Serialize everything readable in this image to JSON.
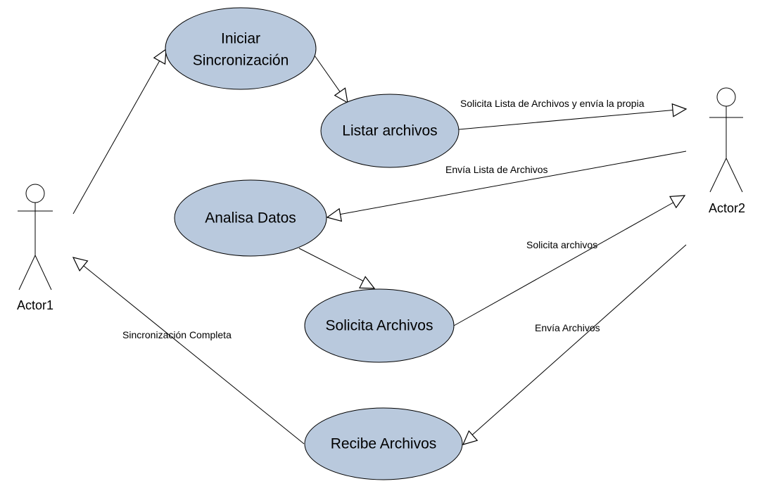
{
  "colors": {
    "usecase_fill": "#b9c9dd",
    "stroke": "#000000",
    "background": "#ffffff"
  },
  "actors": {
    "actor1": {
      "label": "Actor1"
    },
    "actor2": {
      "label": "Actor2"
    }
  },
  "use_cases": {
    "iniciar": {
      "line1": "Iniciar",
      "line2": "Sincronización"
    },
    "listar": {
      "label": "Listar archivos"
    },
    "analisa": {
      "label": "Analisa Datos"
    },
    "solicita": {
      "label": "Solicita Archivos"
    },
    "recibe": {
      "label": "Recibe Archivos"
    }
  },
  "messages": {
    "solicita_lista": "Solicita Lista de Archivos y envía la propia",
    "envia_lista": "Envía Lista de Archivos",
    "solicita_archivos": "Solicita archivos",
    "envia_archivos": "Envía Archivos",
    "sincronizacion_completa": "Sincronización Completa"
  }
}
